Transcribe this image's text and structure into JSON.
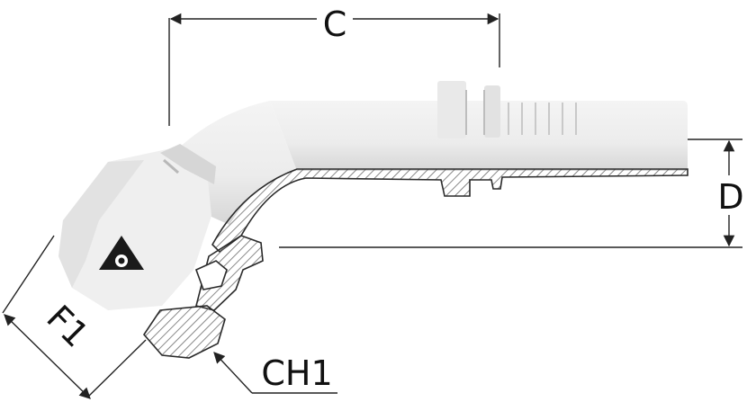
{
  "diagram": {
    "labels": {
      "c": "C",
      "d": "D",
      "f1": "F1",
      "ch1": "CH1"
    },
    "logo": "dunlop-logo",
    "colors": {
      "body": "#f2f2f2",
      "shade": "#d9d9d9",
      "dark_shade": "#bdbdbd",
      "section": "#9a9a9a",
      "line": "#222222"
    }
  }
}
